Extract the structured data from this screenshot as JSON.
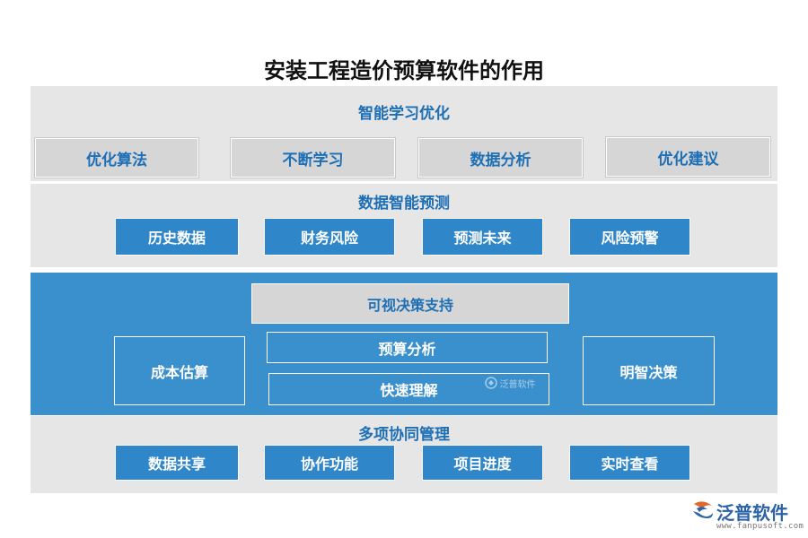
{
  "title": "安装工程造价预算软件的作用",
  "sections": {
    "learning": {
      "title": "智能学习优化",
      "items": [
        "优化算法",
        "不断学习",
        "数据分析",
        "优化建议"
      ]
    },
    "prediction": {
      "title": "数据智能预测",
      "items": [
        "历史数据",
        "财务风险",
        "预测未来",
        "风险预警"
      ]
    },
    "decision": {
      "title": "可视决策支持",
      "left": "成本估算",
      "middle": [
        "预算分析",
        "快速理解"
      ],
      "right": "明智决策"
    },
    "collaboration": {
      "title": "多项协同管理",
      "items": [
        "数据共享",
        "协作功能",
        "项目进度",
        "实时查看"
      ]
    }
  },
  "watermark": "泛普软件",
  "logo": {
    "name": "泛普软件",
    "url": "www.fanpusoft.com"
  },
  "colors": {
    "band_grey": "#e6e6e6",
    "band_blue": "#3a8fcd",
    "box_blue": "#2f86c8",
    "text_blue": "#1d6fb6"
  }
}
